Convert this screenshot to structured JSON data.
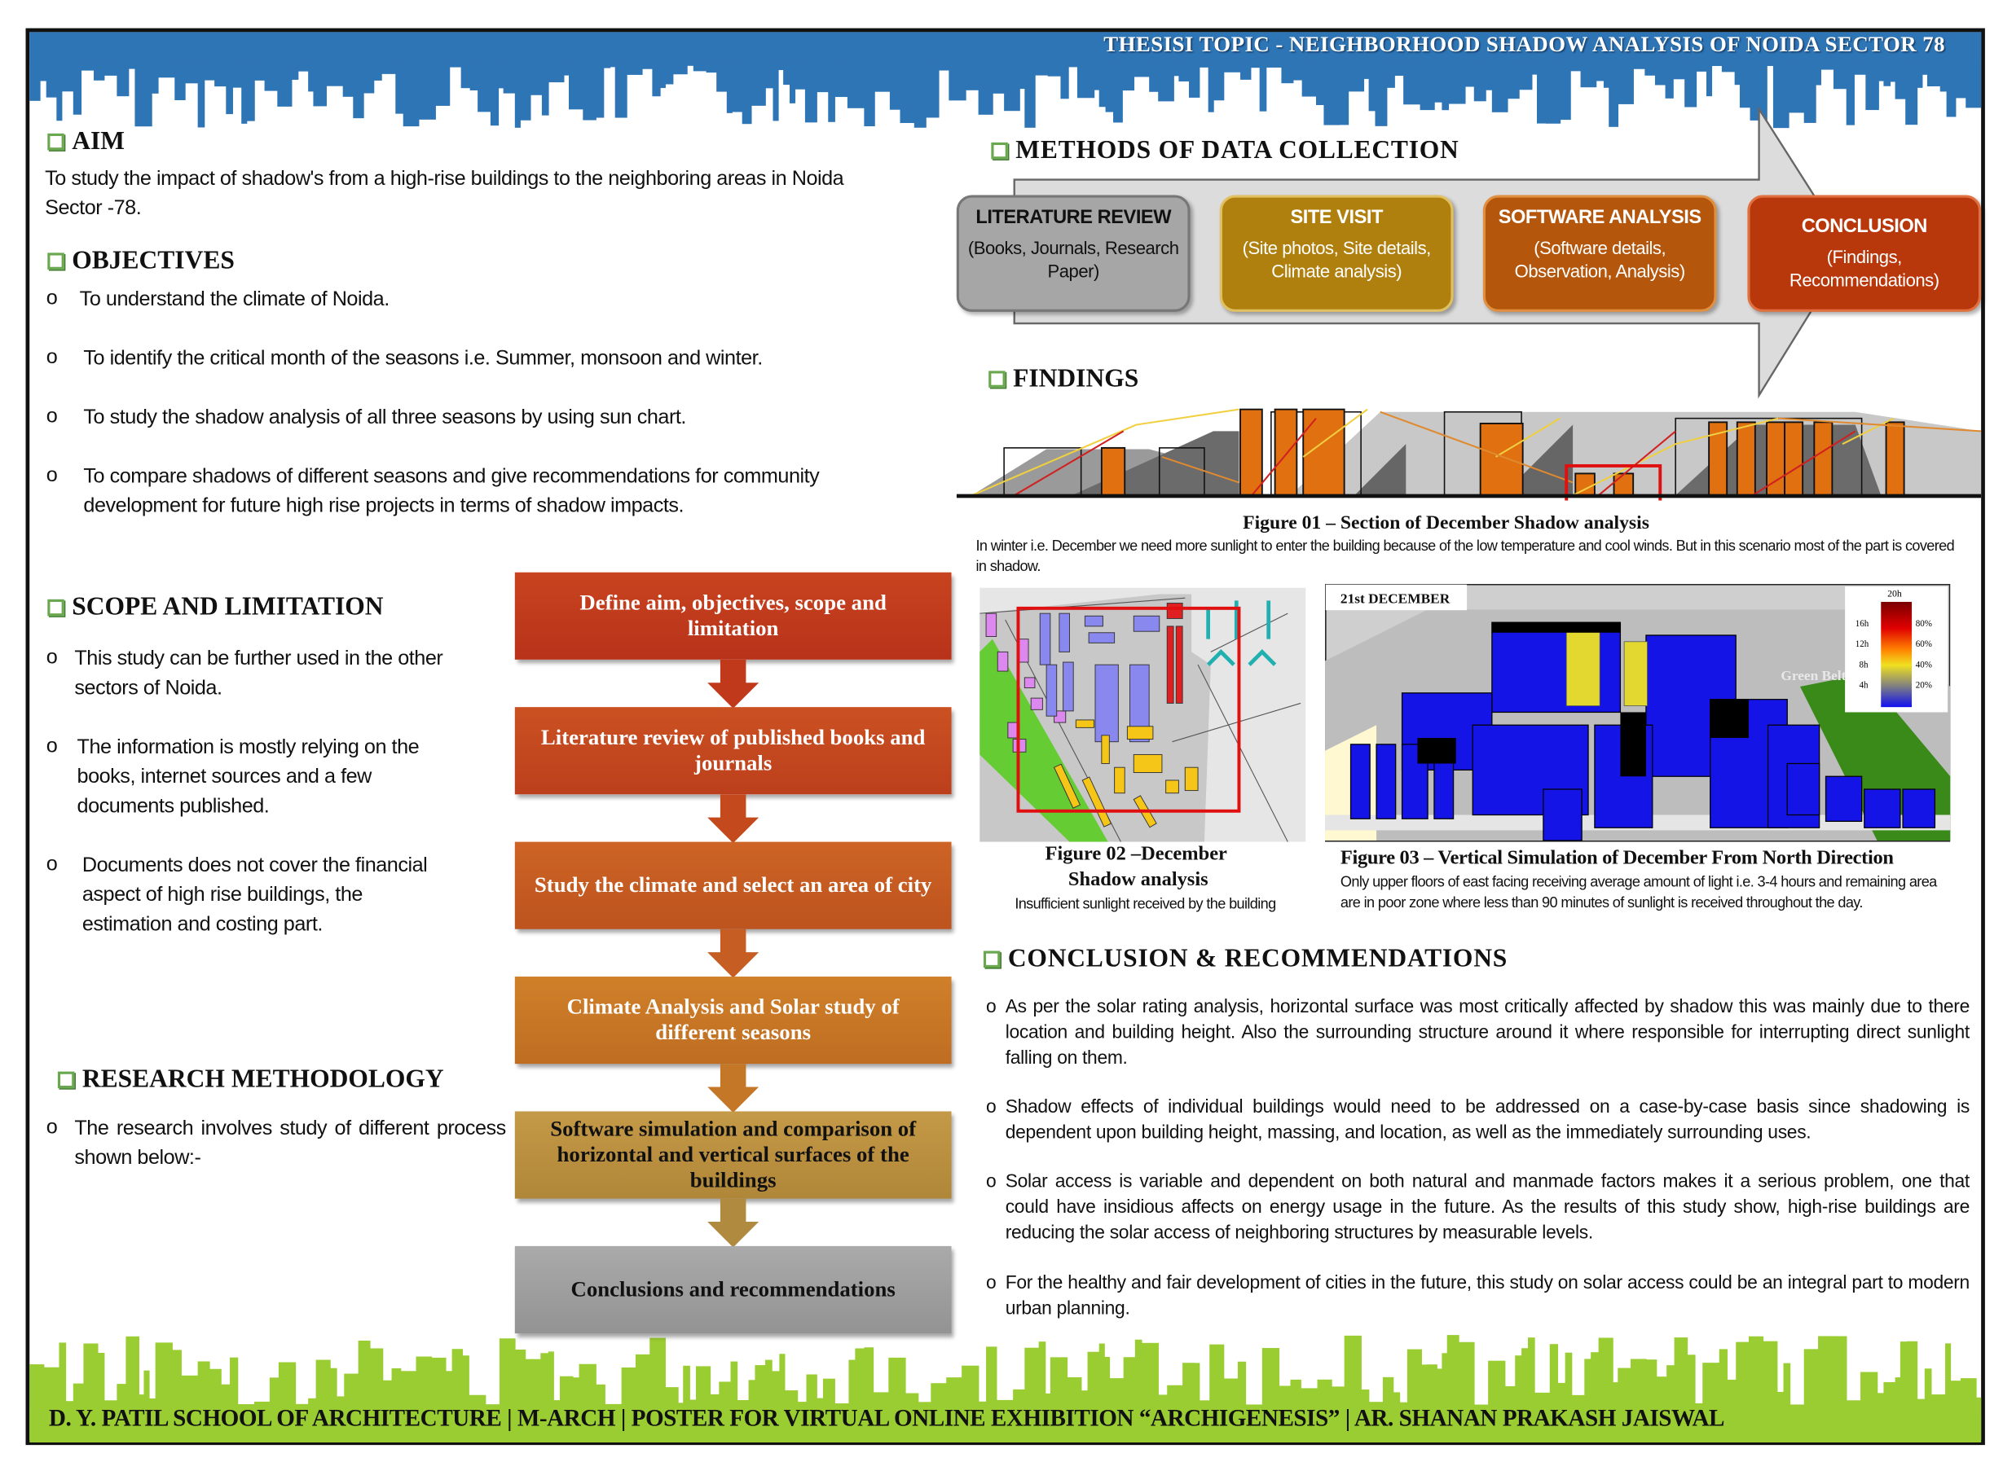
{
  "header": {
    "title": "THESISI TOPIC - NEIGHBORHOOD SHADOW ANALYSIS OF NOIDA SECTOR 78"
  },
  "footer": {
    "text": "D. Y. PATIL SCHOOL OF ARCHITECTURE | M-ARCH | POSTER FOR VIRTUAL ONLINE EXHIBITION “ARCHIGENESIS” | AR. SHANAN PRAKASH JAISWAL"
  },
  "colors": {
    "sky_blue": "#2e75b6",
    "sky_green": "#9acd32",
    "accent_green": "#6aa84f"
  },
  "aim": {
    "heading": "AIM",
    "text": "To study the impact of shadow's from a high-rise buildings to the neighboring areas in Noida Sector -78."
  },
  "objectives": {
    "heading": "OBJECTIVES",
    "bullet": "o",
    "items": [
      "To understand the climate of Noida.",
      "To identify the critical month of the seasons i.e. Summer, monsoon and  winter.",
      "To study the shadow analysis of all three seasons by using sun chart.",
      "To compare shadows of different seasons and give recommendations for community development for future high rise projects in terms of shadow impacts."
    ]
  },
  "scope": {
    "heading": "SCOPE  AND  LIMITATION",
    "items": [
      "This study can be further used in the other sectors of Noida.",
      "The information is mostly relying on the books, internet sources and a few documents published.",
      "Documents does not cover the financial aspect of high rise buildings, the estimation and costing part."
    ]
  },
  "methodology": {
    "heading": "RESEARCH METHODOLOGY",
    "text": "The research involves study of different process shown below:-"
  },
  "flow": [
    "Define aim, objectives, scope and limitation",
    "Literature review of published books and journals",
    "Study the climate and select an area of city",
    "Climate Analysis and Solar study of different seasons",
    "Software simulation and comparison of horizontal and vertical surfaces of the buildings",
    "Conclusions and recommendations"
  ],
  "methods": {
    "heading": "METHODS  OF  DATA  COLLECTION",
    "boxes": [
      {
        "title": "LITERATURE  REVIEW",
        "text": "(Books, Journals, Research Paper)"
      },
      {
        "title": "SITE  VISIT",
        "text": "(Site photos, Site details, Climate analysis)"
      },
      {
        "title": "SOFTWARE ANALYSIS",
        "text": "(Software details, Observation, Analysis)"
      },
      {
        "title": "CONCLUSION",
        "text": "(Findings, Recommendations)"
      }
    ]
  },
  "findings": {
    "heading": "FINDINGS",
    "fig1": {
      "caption": "Figure 01 – Section of  December Shadow analysis",
      "text": "In winter i.e. December we need more sunlight to enter the building because of the low temperature and cool winds. But in this scenario most of the part is covered in shadow."
    },
    "fig2": {
      "caption1": "Figure 02 –December",
      "caption2": "Shadow analysis",
      "text": "Insufficient sunlight received by the building"
    },
    "fig3": {
      "caption": "Figure 03 – Vertical Simulation of December From North Direction",
      "text": "Only upper floors of east facing receiving average amount of light i.e. 3-4 hours and remaining area are in poor zone where less than 90 minutes of sunlight is received throughout the day.",
      "date": "21st DECEMBER",
      "green_belt": "Green Belt",
      "legend_top": "20h",
      "legend_hours": [
        "16h",
        "12h",
        "8h",
        "4h"
      ],
      "legend_pct": [
        "80%",
        "60%",
        "40%",
        "20%"
      ]
    }
  },
  "conclusion": {
    "heading": "CONCLUSION  &  RECOMMENDATIONS",
    "bullet": "o",
    "items": [
      "As per the solar rating analysis, horizontal surface was most critically affected by shadow this was mainly due to there location and building height. Also the surrounding structure around it where responsible for interrupting direct sunlight falling on them.",
      "Shadow  effects of  individual buildings would need to be addressed on a case-by-case basis since shadowing is dependent upon building height, massing,  and location, as well  as the immediately surrounding uses.",
      "Solar access is variable and dependent on both natural and manmade factors makes it a serious problem, one that could have insidious affects on energy usage in the future. As the results of this study show, high-rise buildings are reducing the solar access of neighboring structures by measurable levels.",
      "For the healthy and fair development of cities in the future, this study on solar access could be an integral part to modern urban planning."
    ]
  }
}
